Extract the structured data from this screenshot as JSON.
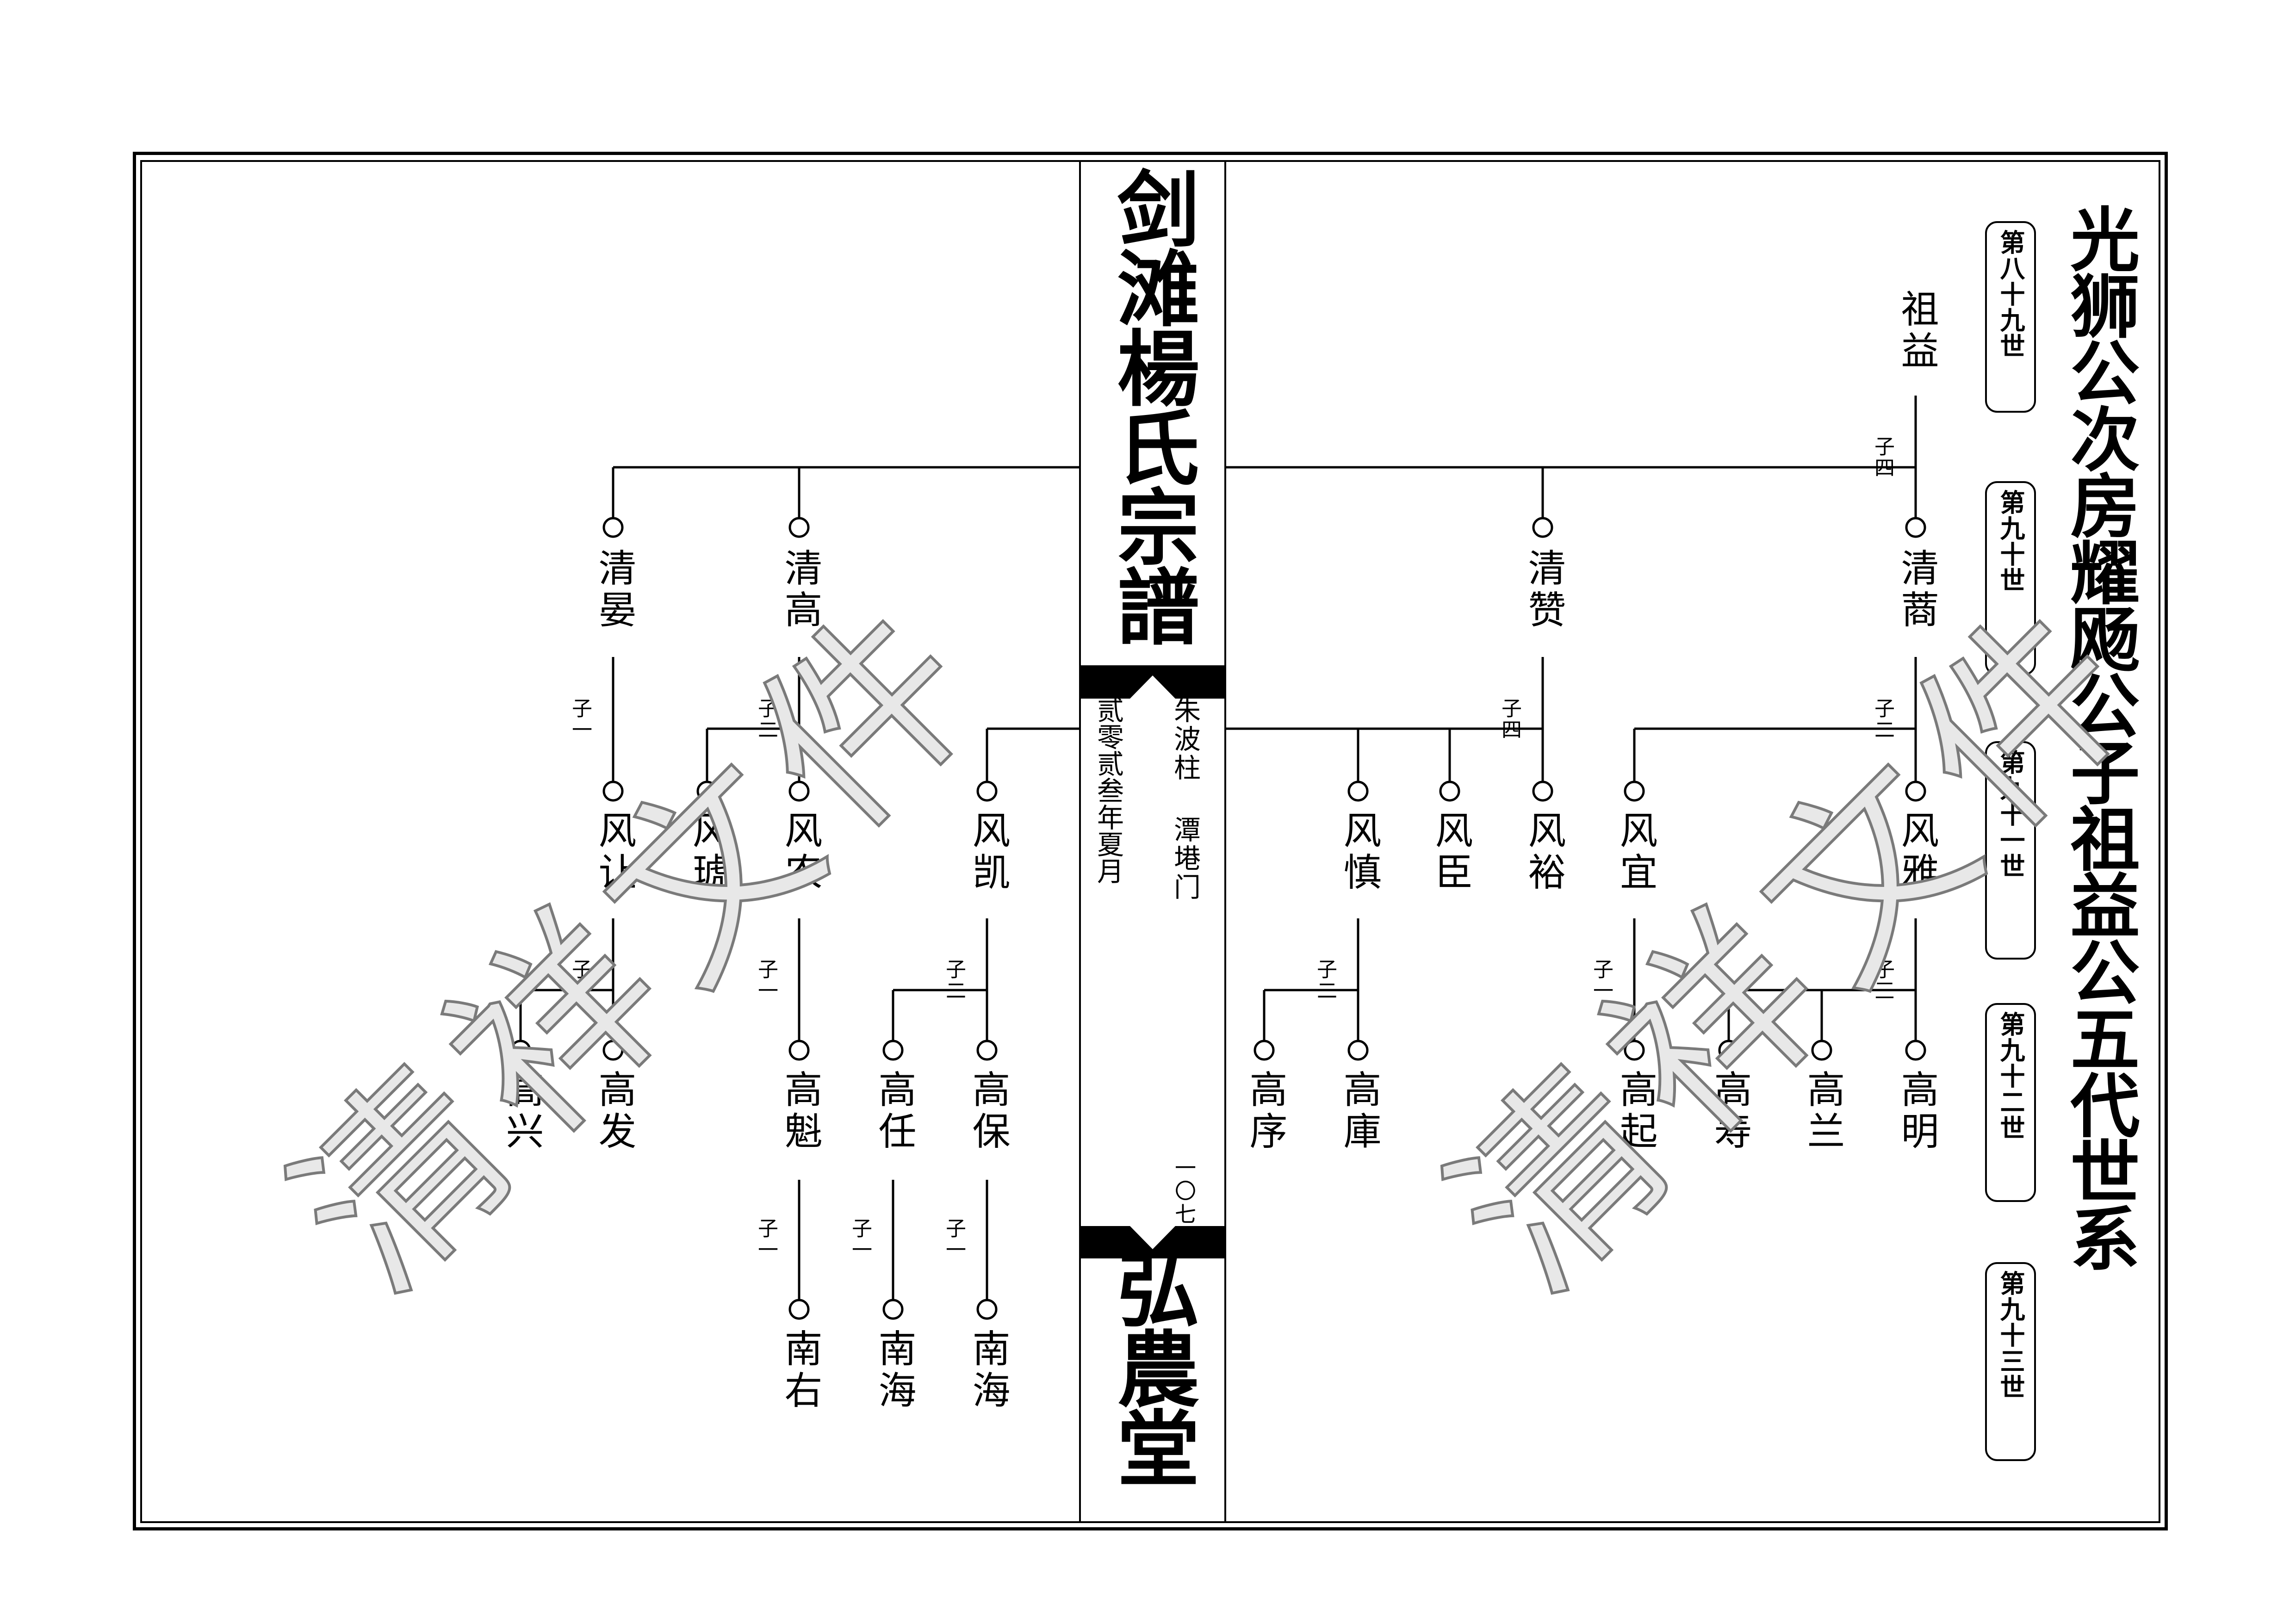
{
  "spine": {
    "title": "剑滩楊氏宗譜",
    "hall": "弘農堂",
    "author": "朱波柱 潭塂门",
    "date": "贰零贰叁年夏月",
    "page_number": "一〇七"
  },
  "main_title": "光狮公次房耀飏公子祖益公五代世系",
  "generations": [
    "第八十九世",
    "第九十世",
    "第九十一世",
    "第九十二世",
    "第九十三世"
  ],
  "persons": {
    "zuyi": "祖益",
    "qingpeng": "清蔏",
    "qingzan": "清赞",
    "qinggao": "清高",
    "qingyan": "清晏",
    "fengya": "风雅",
    "fengyi": "风宜",
    "fengyu": "风裕",
    "fengchen": "风臣",
    "fengshen": "风慎",
    "fengkai": "风凯",
    "fengnong": "风农",
    "fenghu": "风琥",
    "fengrang": "风让",
    "gaoming": "高明",
    "gaolan": "高兰",
    "gaoshou": "高寿",
    "gaoqi": "高起",
    "gaoku": "高庫",
    "gaoxu": "高序",
    "gaobao": "高保",
    "gaoren": "高任",
    "gaokui": "高魁",
    "gaofa": "高发",
    "gaoxing": "高兴",
    "nanhai1": "南海",
    "nanhai2": "南海",
    "nanyou": "南右"
  },
  "son_counts": {
    "zuyi": "子四",
    "qingpeng": "子二",
    "qingzan": "子四",
    "qinggao": "子二",
    "qingyan": "子一",
    "fengya": "子三",
    "fengyi": "子一",
    "fengshen": "子二",
    "fengkai": "子二",
    "fengnong": "子一",
    "fengrang": "子二",
    "gaobao": "子一",
    "gaoren": "子一",
    "gaokui": "子一"
  },
  "watermark": "清祥文件"
}
